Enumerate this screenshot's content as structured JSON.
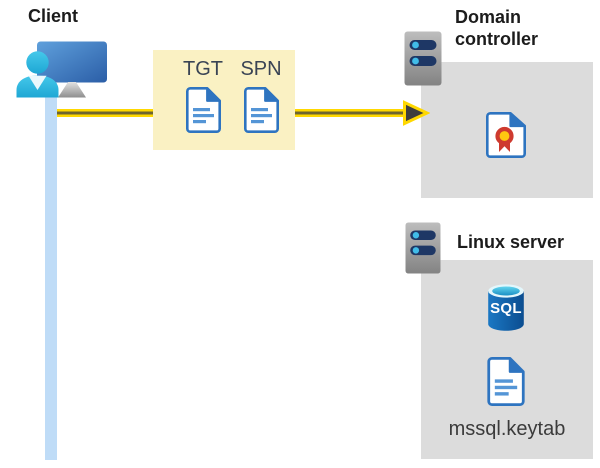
{
  "client": {
    "label": "Client"
  },
  "ticket_box": {
    "tickets": [
      {
        "label": "TGT",
        "icon": "document-icon"
      },
      {
        "label": "SPN",
        "icon": "document-icon"
      }
    ]
  },
  "domain_controller": {
    "label": "Domain controller",
    "icon": "certificate-icon"
  },
  "linux_server": {
    "label": "Linux server",
    "sql_icon_label": "SQL",
    "keytab_label": "mssql.keytab"
  },
  "colors": {
    "arrow_yellow": "#FFD800",
    "arrow_core": "#6E6530",
    "timeline_blue": "#BFDCF7",
    "highlight_box_yellow": "#FAF1C3",
    "panel_gray": "#DCDCDC",
    "doc_border_blue": "#2E74C0",
    "server_bar_navy": "#1E3765",
    "person_cyan": "#2FB9DF",
    "cert_red": "#CE3A2F",
    "cert_yellow": "#FFC810",
    "sql_blue": "#0E5BA3"
  }
}
